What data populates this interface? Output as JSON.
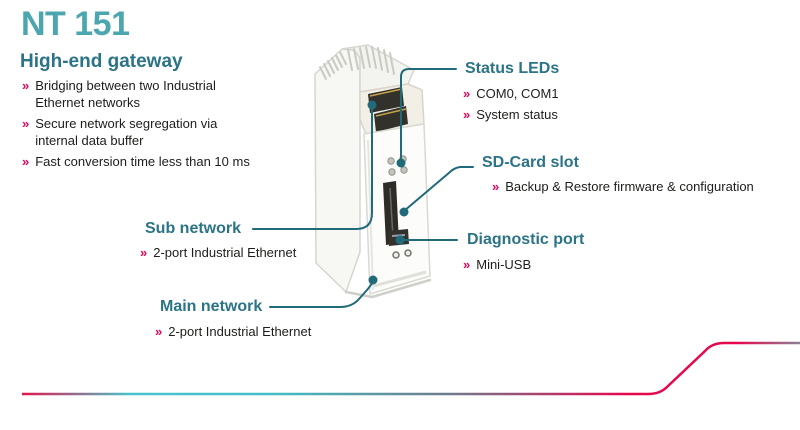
{
  "page": {
    "title": "NT 151",
    "subtitle": "High-end gateway",
    "intro_bullets": [
      "Bridging between two Industrial\nEthernet networks",
      "Secure network segregation via\ninternal data buffer",
      "Fast conversion time less than 10 ms"
    ]
  },
  "callouts": {
    "status_leds": {
      "title": "Status LEDs",
      "bullets": [
        "COM0, COM1",
        "System status"
      ]
    },
    "sd_card": {
      "title": "SD-Card slot",
      "bullets": [
        "Backup & Restore firmware & configuration"
      ]
    },
    "diagnostic": {
      "title": "Diagnostic port",
      "bullets": [
        "Mini-USB"
      ]
    },
    "sub_network": {
      "title": "Sub network",
      "bullets": [
        "2-port Industrial Ethernet"
      ]
    },
    "main_network": {
      "title": "Main network",
      "bullets": [
        "2-port Industrial Ethernet"
      ]
    }
  },
  "bullet_marker": "»",
  "colors": {
    "title_teal": "#4BA6AF",
    "heading_teal": "#2B7487",
    "callout_line_teal": "#206A7A",
    "bullet_magenta": "#E5055C",
    "gradient_line": [
      "#E0164C",
      "#45C5CC",
      "#6F7B8B",
      "#E5084E",
      "#8B8395"
    ]
  }
}
